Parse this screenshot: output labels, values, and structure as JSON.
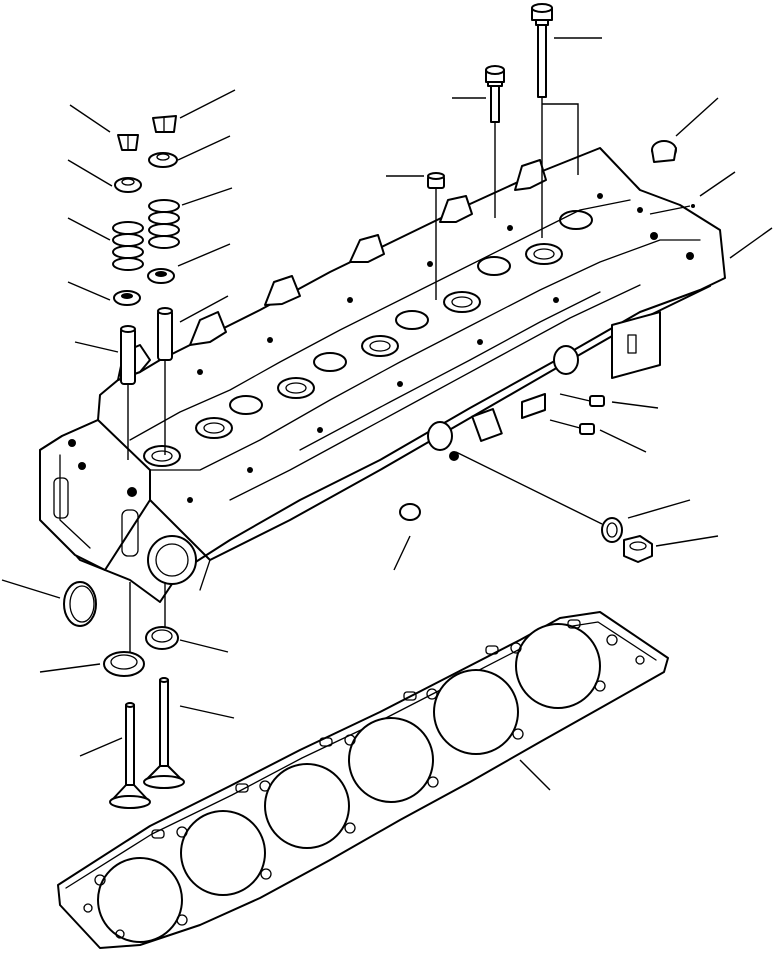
{
  "figure": {
    "kind": "exploded parts diagram",
    "labels": []
  },
  "parts": [
    {
      "name": "valve-keeper",
      "count": 2
    },
    {
      "name": "upper-spring-seat",
      "count": 2
    },
    {
      "name": "valve-spring",
      "count": 2
    },
    {
      "name": "lower-spring-seat",
      "count": 2
    },
    {
      "name": "valve-guide",
      "count": 2
    },
    {
      "name": "cylinder-head",
      "count": 1
    },
    {
      "name": "head-bolt-long",
      "count": 1
    },
    {
      "name": "head-bolt-short",
      "count": 1
    },
    {
      "name": "small-plug",
      "count": 1
    },
    {
      "name": "cup-plug",
      "count": 1
    },
    {
      "name": "sealing-ring",
      "count": 1
    },
    {
      "name": "expansion-plug",
      "count": 1
    },
    {
      "name": "valve-seat-insert",
      "count": 2
    },
    {
      "name": "valve",
      "count": 2
    },
    {
      "name": "head-gasket",
      "count": 1
    },
    {
      "name": "screw",
      "count": 2
    },
    {
      "name": "gasket-ring",
      "count": 1
    },
    {
      "name": "drain-plug",
      "count": 1
    }
  ],
  "style": {
    "ink": "#000000",
    "paper": "#ffffff"
  }
}
